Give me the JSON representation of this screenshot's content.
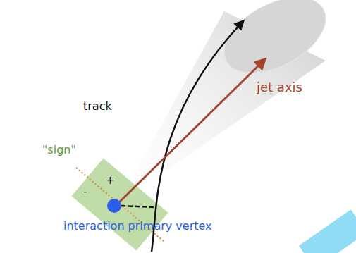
{
  "diagram": {
    "labels": [
      "track",
      "jet axis",
      "\"sign\"",
      "+",
      "-",
      "interaction primary vertex"
    ]
  }
}
